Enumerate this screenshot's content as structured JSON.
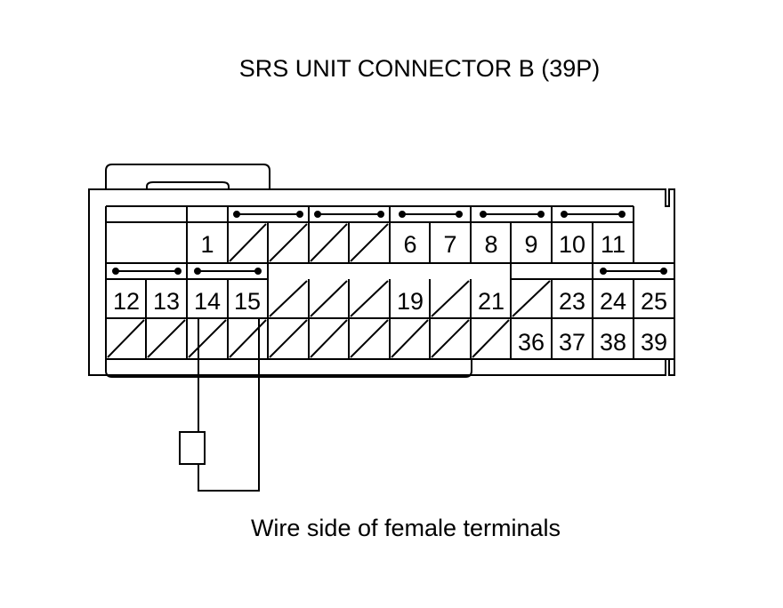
{
  "title": "SRS UNIT CONNECTOR B (39P)",
  "caption": "Wire side of female terminals",
  "terminals": {
    "row1": [
      "",
      "",
      "1",
      "",
      "",
      "",
      "",
      "6",
      "7",
      "8",
      "9",
      "10",
      "11",
      ""
    ],
    "row2": [
      "12",
      "13",
      "14",
      "15",
      "",
      "",
      "",
      "19",
      "",
      "21",
      "",
      "23",
      "24",
      "25"
    ],
    "row3": [
      "",
      "",
      "",
      "",
      "",
      "",
      "",
      "",
      "",
      "",
      "",
      "36",
      "37",
      "38",
      "39"
    ]
  },
  "colors": {
    "line": "#000000",
    "background": "#ffffff"
  }
}
